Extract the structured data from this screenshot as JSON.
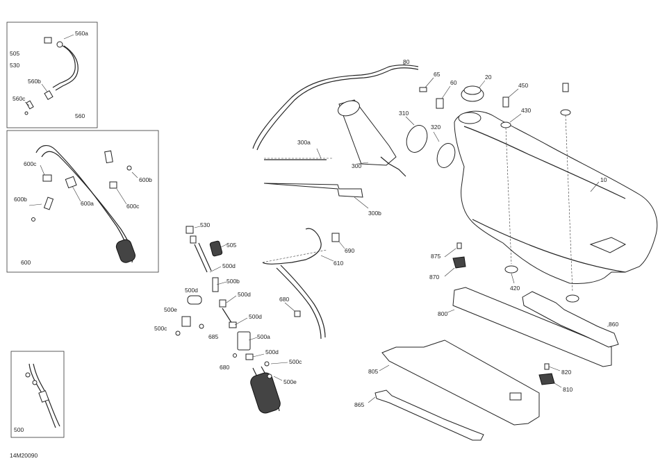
{
  "reference_code": "14M20090",
  "callouts": {
    "c10": "10",
    "c20": "20",
    "c60": "60",
    "c65": "65",
    "c80": "80",
    "c300": "300",
    "c300a": "300a",
    "c300b": "300b",
    "c310": "310",
    "c320": "320",
    "c420": "420",
    "c430": "430",
    "c450": "450",
    "c500": "500",
    "c500a": "500a",
    "c500b": "500b",
    "c500c_1": "500c",
    "c500c_2": "500c",
    "c500d_1": "500d",
    "c500d_2": "500d",
    "c500d_3": "500d",
    "c500d_4": "500d",
    "c500d_5": "500d",
    "c500e_1": "500e",
    "c500e_2": "500e",
    "c505_box": "505",
    "c505": "505",
    "c530_box": "530",
    "c530": "530",
    "c560": "560",
    "c560a": "560a",
    "c560b": "560b",
    "c560c": "560c",
    "c600": "600",
    "c600a": "600a",
    "c600b_1": "600b",
    "c600b_2": "600b",
    "c600c_1": "600c",
    "c600c_2": "600c",
    "c610": "610",
    "c680_1": "680",
    "c680_2": "680",
    "c685": "685",
    "c690": "690",
    "c800": "800",
    "c805": "805",
    "c810": "810",
    "c820": "820",
    "c860": "860",
    "c865": "865",
    "c870": "870",
    "c875": "875"
  },
  "panels": {
    "box_560_label": "560",
    "box_600_label": "600",
    "box_500_label": "500"
  }
}
